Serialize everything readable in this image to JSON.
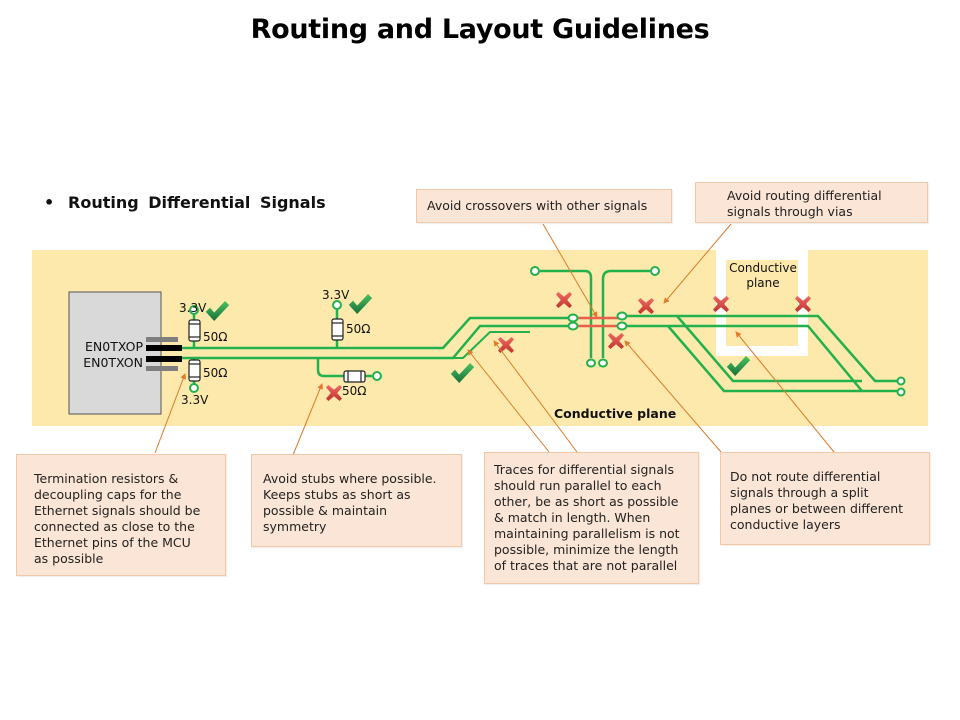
{
  "title": "Routing and Layout Guidelines",
  "bullet": {
    "marker": "•",
    "text": "Routing Differential Signals"
  },
  "diagram": {
    "chip": {
      "pin_positive": "EN0TXOP",
      "pin_negative": "EN0TXON"
    },
    "supply_labels": {
      "top": "3.3V",
      "bottom": "3.3V",
      "stub_pullup": "3.3V"
    },
    "resistor_labels": {
      "top": "50Ω",
      "bottom": "50Ω",
      "pullup": "50Ω",
      "stub": "50Ω"
    },
    "plane_labels": {
      "main": "Conductive plane",
      "split": "Conductive plane"
    },
    "icons": {
      "good": "check-icon",
      "bad": "cross-icon"
    },
    "colors": {
      "trace": "#22b14c",
      "crossover": "#e8604c",
      "plane": "#fde9ab",
      "arrow": "#e07b2a",
      "callout_bg": "#fbe5d6",
      "check": "#1e8a3c",
      "cross": "#d9423c"
    }
  },
  "callouts": {
    "crossovers": [
      "Avoid crossovers with other signals"
    ],
    "vias": [
      "Avoid routing differential",
      "signals through vias"
    ],
    "termination": [
      "Termination resistors &",
      "decoupling caps for the",
      "Ethernet signals should be",
      "connected as close to the",
      "Ethernet pins of the MCU",
      "as possible"
    ],
    "stubs": [
      "Avoid stubs where possible.",
      "Keeps stubs as short as",
      "possible & maintain",
      "symmetry"
    ],
    "parallel": [
      "Traces for differential signals",
      "should run parallel to each",
      "other, be as short as possible",
      "& match in length. When",
      "maintaining parallelism is not",
      "possible, minimize the length",
      "of traces that are not parallel"
    ],
    "split_planes": [
      "Do not route differential",
      "signals through a split",
      "planes or between different",
      "conductive layers"
    ]
  }
}
